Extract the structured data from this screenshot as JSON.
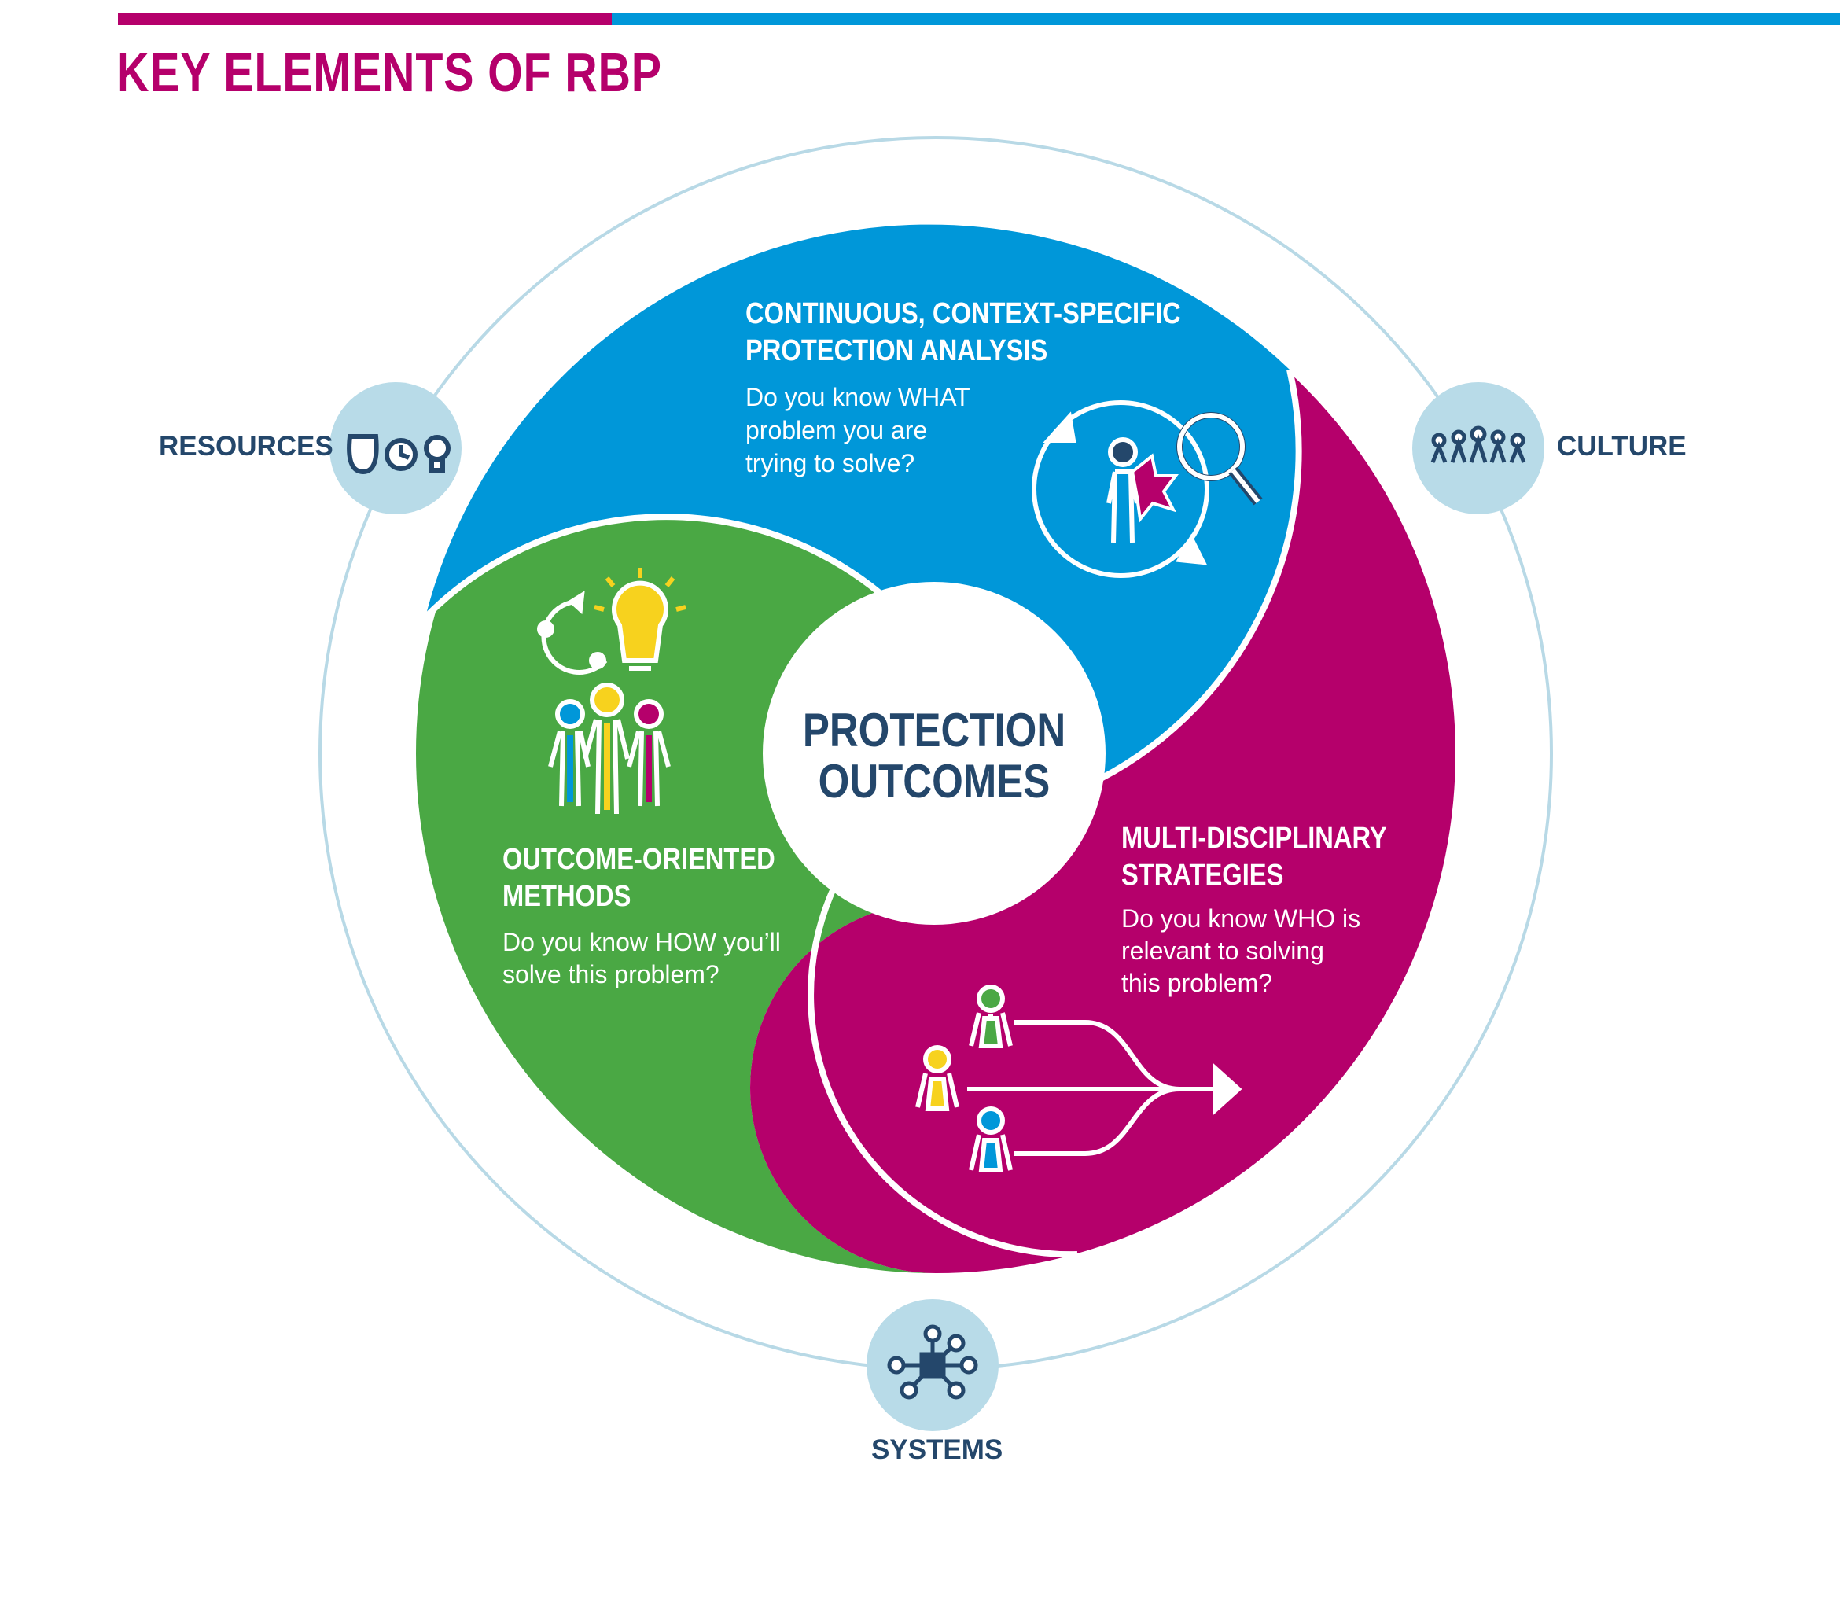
{
  "header": {
    "title": "KEY ELEMENTS OF RBP"
  },
  "colors": {
    "magenta": "#b5006b",
    "blue": "#0097d9",
    "green": "#4aa844",
    "navy": "#24476b",
    "light_blue": "#b8dbe8",
    "ring_line": "#b8d9e6",
    "yellow": "#f7d21e"
  },
  "center": {
    "line1": "PROTECTION",
    "line2": "OUTCOMES"
  },
  "segments": {
    "analysis": {
      "heading1": "CONTINUOUS, CONTEXT-SPECIFIC",
      "heading2": "PROTECTION ANALYSIS",
      "q1": "Do you know WHAT",
      "q2": "problem you are",
      "q3": "trying to solve?",
      "icon": "person-magnifier-cycle-icon"
    },
    "strategies": {
      "heading1": "MULTI-DISCIPLINARY",
      "heading2": "STRATEGIES",
      "q1": "Do you know WHO is",
      "q2": "relevant to solving",
      "q3": "this problem?",
      "icon": "people-converging-arrow-icon"
    },
    "methods": {
      "heading1": "OUTCOME-ORIENTED",
      "heading2": "METHODS",
      "q1": "Do you know HOW you’ll",
      "q2": "solve this problem?",
      "icon": "people-lightbulb-icon"
    }
  },
  "ring": {
    "resources": {
      "label": "RESOURCES",
      "icon": "money-clock-lightbulb-icon"
    },
    "culture": {
      "label": "CULTURE",
      "icon": "people-group-icon"
    },
    "systems": {
      "label": "SYSTEMS",
      "icon": "network-nodes-icon"
    }
  }
}
